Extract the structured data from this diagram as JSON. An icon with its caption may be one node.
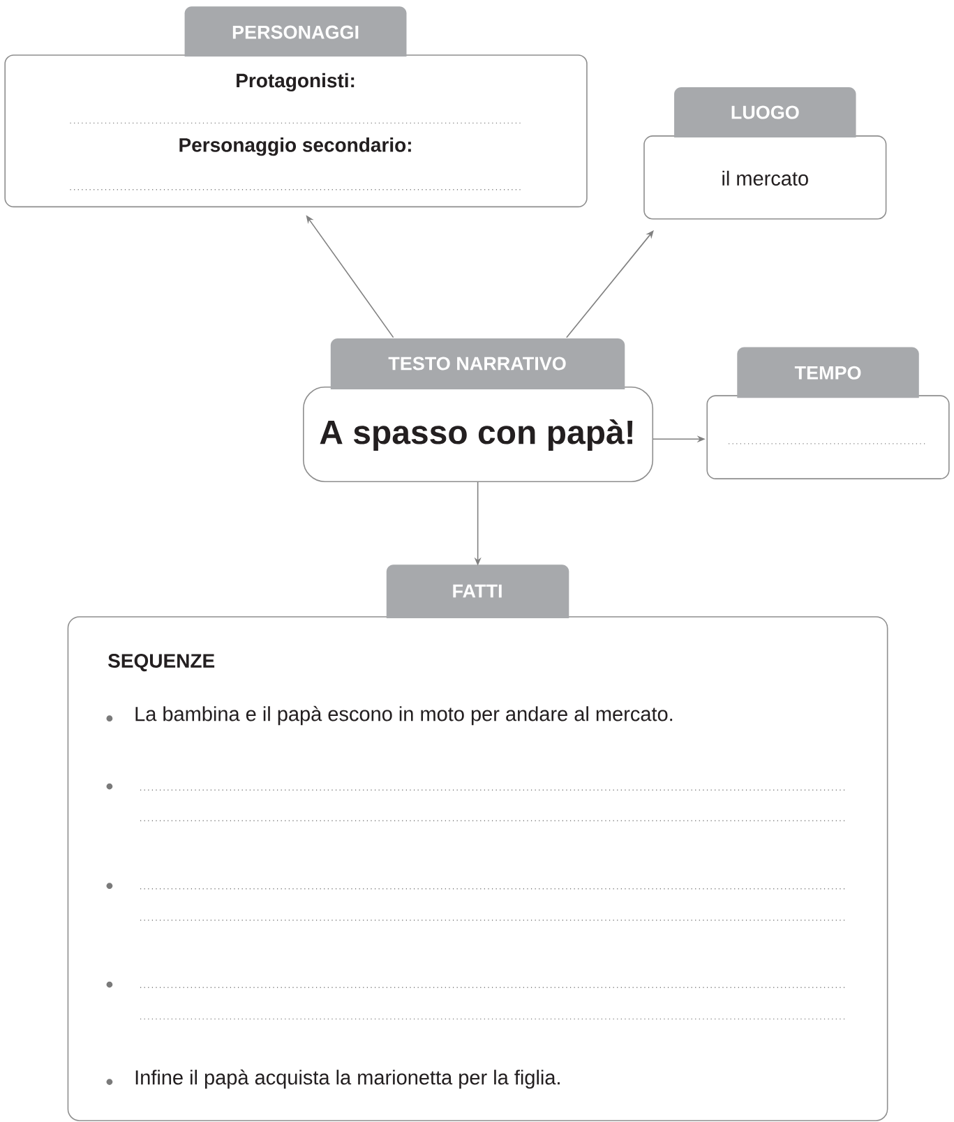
{
  "diagram": {
    "nodes": [
      {
        "text": [
          "PERSONAGGI",
          "Protagonisti:",
          "Personaggio secondario:"
        ]
      },
      {
        "text": [
          "LUOGO",
          "il mercato"
        ]
      },
      {
        "text": [
          "TESTO NARRATIVO",
          "A spasso con papà!"
        ]
      },
      {
        "text": [
          "TEMPO"
        ]
      },
      {
        "text": [
          "FATTI",
          "SEQUENZE",
          "La bambina e il papà escono in moto per andare al mercato.",
          "Infine il papà acquista la marionetta per la figlia."
        ]
      }
    ],
    "edges": [
      {
        "from": 2,
        "to": 0,
        "arrow": "to"
      },
      {
        "from": 2,
        "to": 1,
        "arrow": "to"
      },
      {
        "from": 2,
        "to": 3,
        "arrow": "to"
      },
      {
        "from": 2,
        "to": 4,
        "arrow": "to"
      }
    ]
  }
}
